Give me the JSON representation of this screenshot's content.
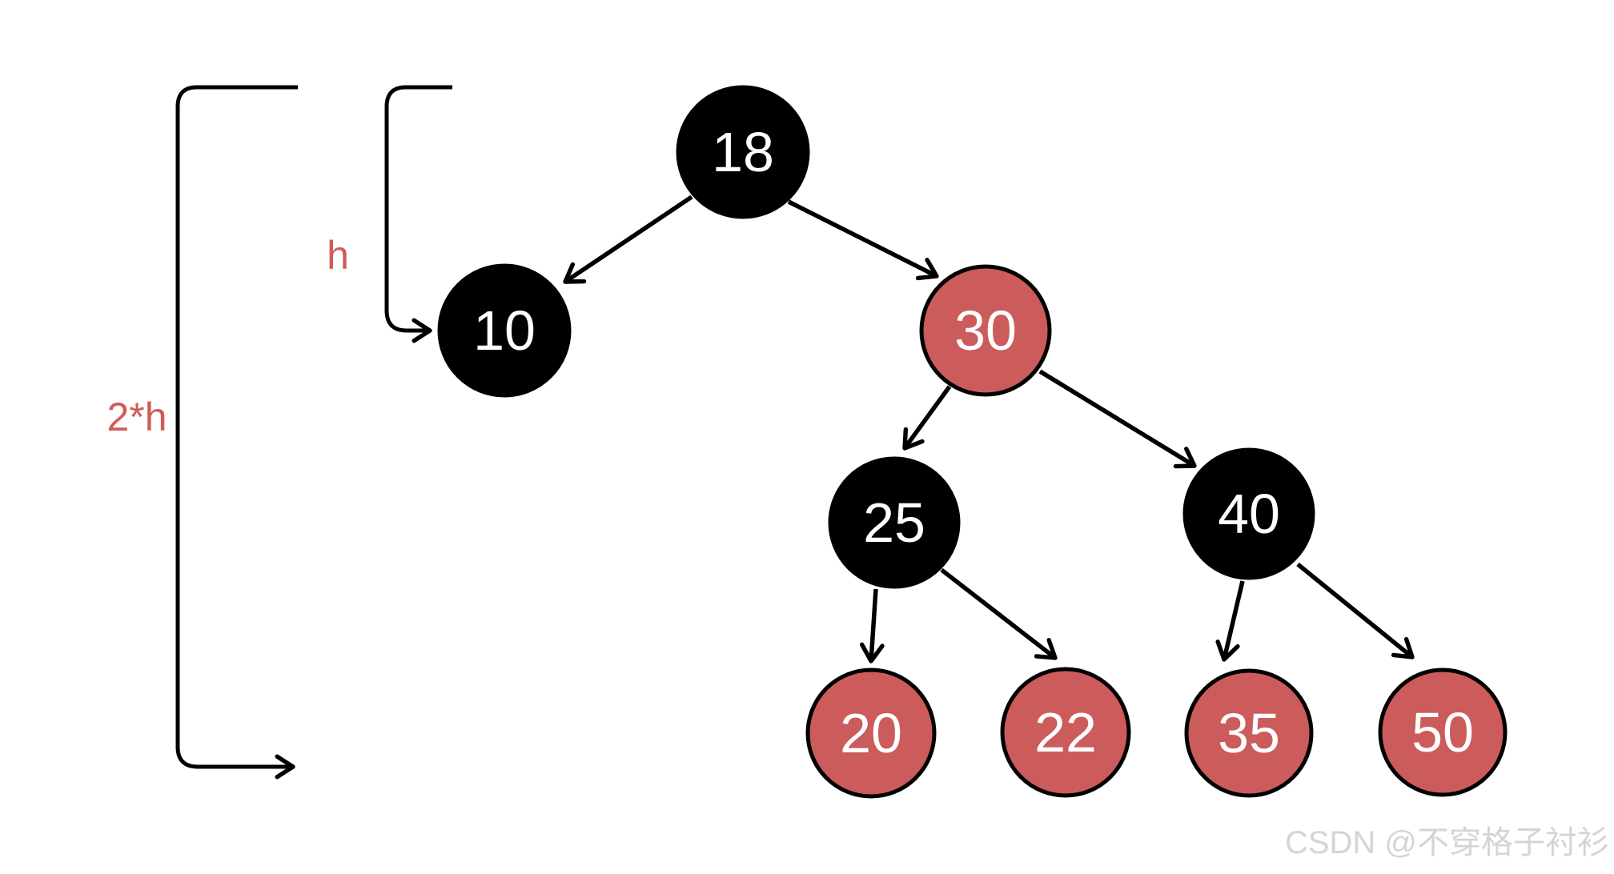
{
  "colors": {
    "black_node": "#000000",
    "red_node": "#cc5b5b",
    "node_outline": "#000000",
    "node_text": "#ffffff",
    "edge": "#000000",
    "bracket": "#000000",
    "height_label": "#d15b5b",
    "watermark": "#d6d4d4"
  },
  "tree": {
    "type": "red-black-tree",
    "root": "18",
    "nodes": [
      {
        "label": "18",
        "color": "black"
      },
      {
        "label": "10",
        "color": "black"
      },
      {
        "label": "30",
        "color": "red"
      },
      {
        "label": "25",
        "color": "black"
      },
      {
        "label": "40",
        "color": "black"
      },
      {
        "label": "20",
        "color": "red"
      },
      {
        "label": "22",
        "color": "red"
      },
      {
        "label": "35",
        "color": "red"
      },
      {
        "label": "50",
        "color": "red"
      }
    ],
    "edges": [
      {
        "from": "18",
        "to": "10"
      },
      {
        "from": "18",
        "to": "30"
      },
      {
        "from": "30",
        "to": "25"
      },
      {
        "from": "30",
        "to": "40"
      },
      {
        "from": "25",
        "to": "20"
      },
      {
        "from": "25",
        "to": "22"
      },
      {
        "from": "40",
        "to": "35"
      },
      {
        "from": "40",
        "to": "50"
      }
    ]
  },
  "annotations": {
    "short_bracket_label": "h",
    "long_bracket_label": "2*h"
  },
  "watermark": {
    "text": "CSDN @不穿格子衬衫"
  }
}
